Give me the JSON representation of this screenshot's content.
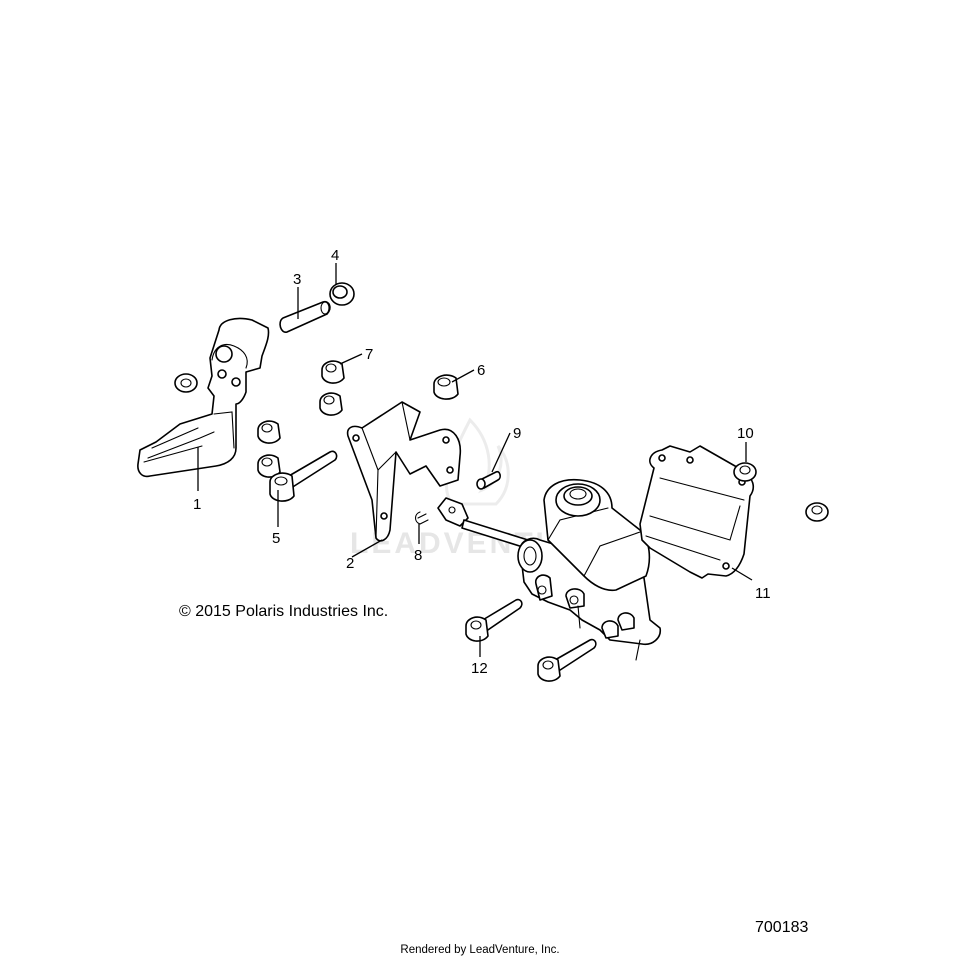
{
  "watermark": {
    "text": "LEADVENTURE"
  },
  "callouts": [
    {
      "id": "1",
      "label": "1"
    },
    {
      "id": "2",
      "label": "2"
    },
    {
      "id": "3",
      "label": "3"
    },
    {
      "id": "4",
      "label": "4"
    },
    {
      "id": "5",
      "label": "5"
    },
    {
      "id": "6",
      "label": "6"
    },
    {
      "id": "7",
      "label": "7"
    },
    {
      "id": "8",
      "label": "8"
    },
    {
      "id": "9",
      "label": "9"
    },
    {
      "id": "10",
      "label": "10"
    },
    {
      "id": "11",
      "label": "11"
    },
    {
      "id": "12",
      "label": "12"
    }
  ],
  "copyright": "© 2015 Polaris Industries Inc.",
  "diagram_number": "700183",
  "footer": "Rendered by LeadVenture, Inc."
}
